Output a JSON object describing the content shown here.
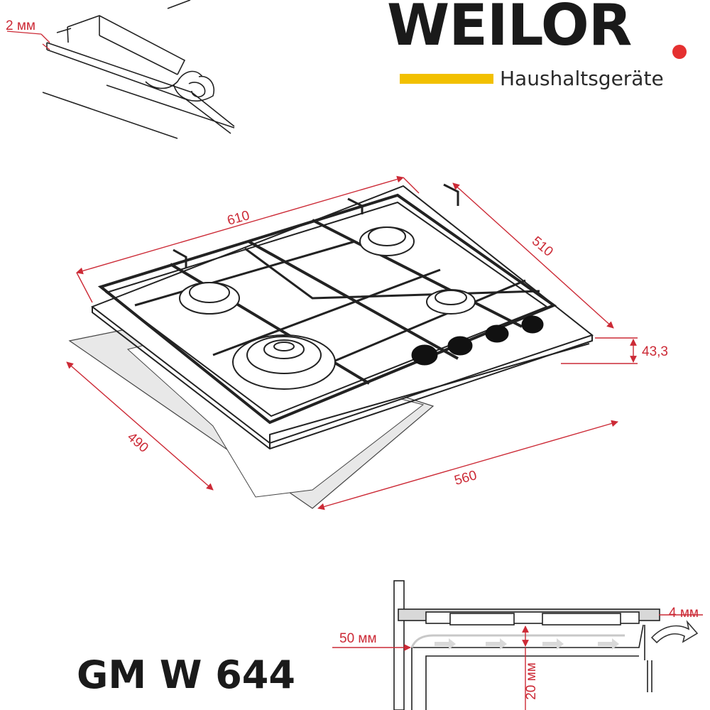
{
  "brand": {
    "name": "WEILOR",
    "tagline": "Haushaltsgeräte",
    "dot_color": "#e53030",
    "bar_color": "#f2c000"
  },
  "model": "GM W 644",
  "dimensions": {
    "seal_thickness": "2 мм",
    "width": "610",
    "depth": "510",
    "height": "43,3",
    "cutout_depth": "490",
    "cutout_width": "560",
    "side_clearance": "50 мм",
    "bottom_clearance": "20 мм",
    "front_gap": "4 мм"
  },
  "colors": {
    "dimension_red": "#cc2a36",
    "line_dark": "#222222",
    "cutout_gray": "#e8e8e8"
  },
  "icons": {
    "airflow": "arrow-right-icon",
    "exhaust": "curved-arrow-icon"
  }
}
